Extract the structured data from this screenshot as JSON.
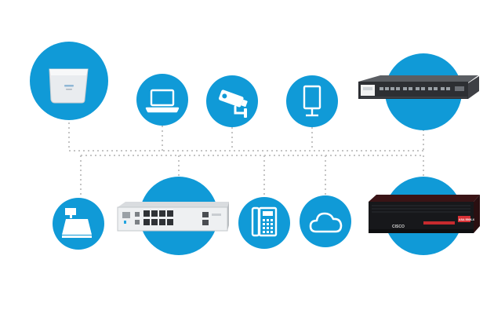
{
  "colors": {
    "node_fill": "#109ad7",
    "connector": "#c4c4c4",
    "icon": "#ffffff"
  },
  "top_row": [
    {
      "name": "wireless-access-point",
      "icon": "access-point-device",
      "kind": "photo"
    },
    {
      "name": "laptop",
      "icon": "laptop-icon",
      "kind": "icon"
    },
    {
      "name": "security-camera",
      "icon": "camera-icon",
      "kind": "icon"
    },
    {
      "name": "kiosk-display",
      "icon": "display-icon",
      "kind": "icon"
    },
    {
      "name": "router-appliance",
      "icon": "router-device",
      "kind": "photo"
    }
  ],
  "bottom_row": [
    {
      "name": "point-of-sale",
      "icon": "pos-register-icon",
      "kind": "icon"
    },
    {
      "name": "network-switch",
      "icon": "switch-device",
      "kind": "photo"
    },
    {
      "name": "ip-phone",
      "icon": "phone-icon",
      "kind": "icon"
    },
    {
      "name": "cloud",
      "icon": "cloud-icon",
      "kind": "icon"
    },
    {
      "name": "firewall-appliance",
      "icon": "firewall-device",
      "kind": "photo"
    }
  ],
  "device_labels": {
    "firewall_brand": "CISCO",
    "firewall_model": "ASA 5506-X"
  }
}
